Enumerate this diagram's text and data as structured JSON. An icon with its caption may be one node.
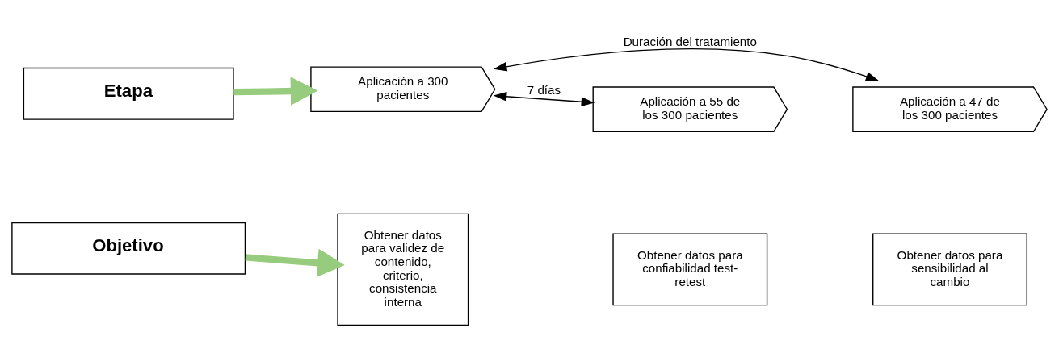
{
  "diagram": {
    "nodes": [
      {
        "text": [
          "Etapa"
        ]
      },
      {
        "text": [
          "Aplicación a 300 pacientes"
        ]
      },
      {
        "text": [
          "Aplicación a 55 de los 300 pacientes"
        ]
      },
      {
        "text": [
          "Aplicación a 47 de los 300 pacientes"
        ]
      },
      {
        "text": [
          "Objetivo"
        ]
      },
      {
        "text": [
          "Obtener datos para validez de contenido, criterio, consistencia interna"
        ]
      },
      {
        "text": [
          "Obtener datos para confiabilidad test-retest"
        ]
      },
      {
        "text": [
          "Obtener datos para sensibilidad al cambio"
        ]
      }
    ],
    "edges": [
      {
        "from": 0,
        "to": 1,
        "arrow": "to",
        "style": "thick",
        "color": "#97cc7f"
      },
      {
        "from": 1,
        "to": 2,
        "arrow": "both",
        "label": "7 días",
        "color": "#000000"
      },
      {
        "from": 1,
        "to": 3,
        "arrow": "both",
        "label": "Duración del tratamiento",
        "color": "#000000"
      },
      {
        "from": 4,
        "to": 5,
        "arrow": "to",
        "style": "thick",
        "color": "#97cc7f"
      }
    ]
  }
}
